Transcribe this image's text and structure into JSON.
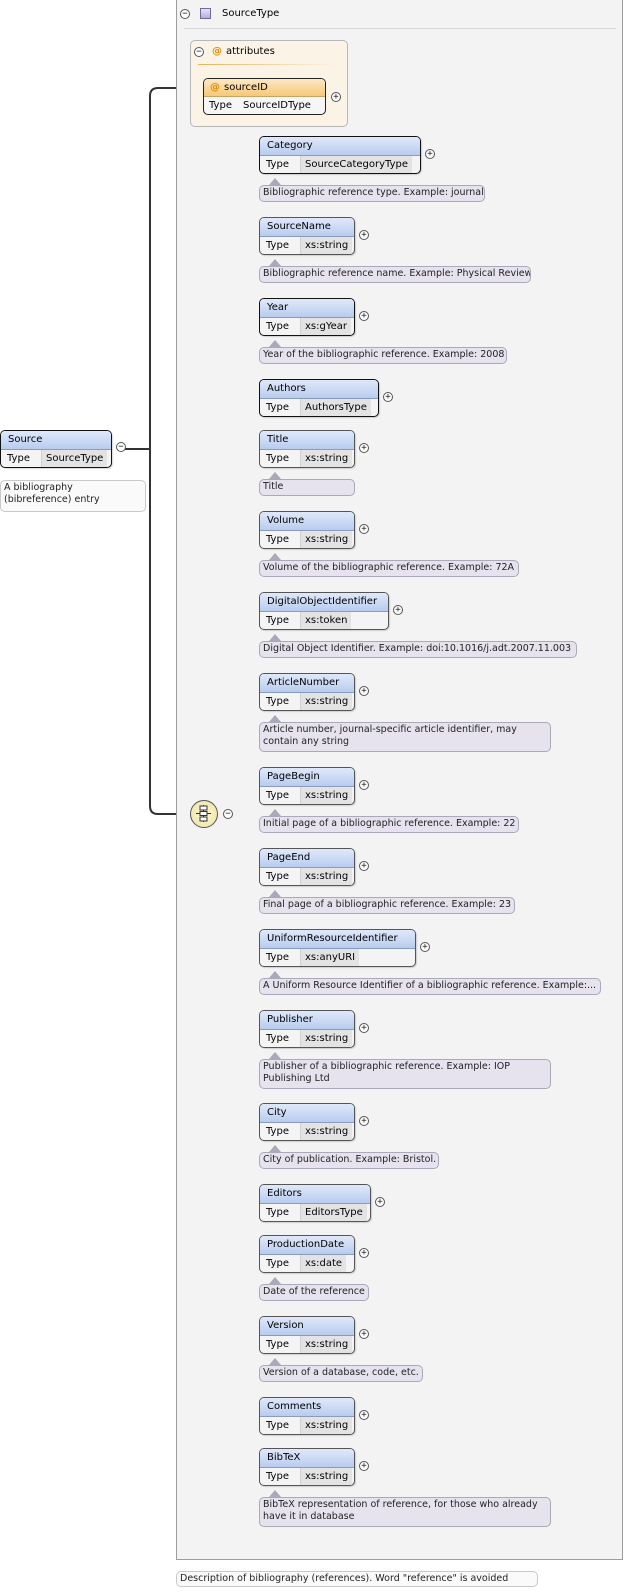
{
  "root": {
    "name": "Source",
    "type_label": "Type",
    "type_value": "SourceType",
    "documentation": "A bibliography (bibreference) entry",
    "collapse_symbol": "−"
  },
  "complex_type": {
    "name": "SourceType",
    "collapse_symbol": "−",
    "documentation": "Description of bibliography (references). Word \"reference\" is avoided"
  },
  "attributes": {
    "title": "attributes",
    "at_symbol": "@",
    "collapse_symbol": "−",
    "items": [
      {
        "name": "sourceID",
        "type_label": "Type",
        "type_value": "SourceIDType",
        "expand_symbol": "+"
      }
    ]
  },
  "sequence": {
    "collapse_symbol": "−",
    "elements": [
      {
        "name": "Category",
        "type_label": "Type",
        "type_value": "SourceCategoryType",
        "required": true,
        "doc": "Bibliographic reference type. Example: journal",
        "expand_symbol": "+"
      },
      {
        "name": "SourceName",
        "type_label": "Type",
        "type_value": "xs:string",
        "required": false,
        "doc": "Bibliographic reference name. Example: Physical Review",
        "expand_symbol": "+"
      },
      {
        "name": "Year",
        "type_label": "Type",
        "type_value": "xs:gYear",
        "required": true,
        "doc": "Year of the bibliographic reference. Example: 2008",
        "expand_symbol": "+"
      },
      {
        "name": "Authors",
        "type_label": "Type",
        "type_value": "AuthorsType",
        "required": true,
        "doc": "",
        "expand_symbol": "+"
      },
      {
        "name": "Title",
        "type_label": "Type",
        "type_value": "xs:string",
        "required": false,
        "doc": "Title",
        "expand_symbol": "+"
      },
      {
        "name": "Volume",
        "type_label": "Type",
        "type_value": "xs:string",
        "required": false,
        "doc": "Volume of the bibliographic reference. Example: 72A",
        "expand_symbol": "+"
      },
      {
        "name": "DigitalObjectIdentifier",
        "type_label": "Type",
        "type_value": "xs:token",
        "required": false,
        "doc": "Digital Object Identifier. Example: doi:10.1016/j.adt.2007.11.003",
        "expand_symbol": "+"
      },
      {
        "name": "ArticleNumber",
        "type_label": "Type",
        "type_value": "xs:string",
        "required": false,
        "doc": "Article number, journal-specific article identifier, may contain any string",
        "expand_symbol": "+"
      },
      {
        "name": "PageBegin",
        "type_label": "Type",
        "type_value": "xs:string",
        "required": false,
        "doc": "Initial page of a bibliographic reference. Example: 22",
        "expand_symbol": "+"
      },
      {
        "name": "PageEnd",
        "type_label": "Type",
        "type_value": "xs:string",
        "required": false,
        "doc": "Final page of a bibliographic reference. Example: 23",
        "expand_symbol": "+"
      },
      {
        "name": "UniformResourceIdentifier",
        "type_label": "Type",
        "type_value": "xs:anyURI",
        "required": false,
        "doc": "A Uniform Resource Identifier of a bibliographic reference. Example:...",
        "expand_symbol": "+"
      },
      {
        "name": "Publisher",
        "type_label": "Type",
        "type_value": "xs:string",
        "required": false,
        "doc": "Publisher of a bibliographic reference. Example: IOP Publishing Ltd",
        "expand_symbol": "+"
      },
      {
        "name": "City",
        "type_label": "Type",
        "type_value": "xs:string",
        "required": false,
        "doc": "City of publication. Example: Bristol.",
        "expand_symbol": "+"
      },
      {
        "name": "Editors",
        "type_label": "Type",
        "type_value": "EditorsType",
        "required": false,
        "doc": "",
        "expand_symbol": "+"
      },
      {
        "name": "ProductionDate",
        "type_label": "Type",
        "type_value": "xs:date",
        "required": false,
        "doc": "Date of the reference",
        "expand_symbol": "+"
      },
      {
        "name": "Version",
        "type_label": "Type",
        "type_value": "xs:string",
        "required": false,
        "doc": "Version of a database, code, etc.",
        "expand_symbol": "+"
      },
      {
        "name": "Comments",
        "type_label": "Type",
        "type_value": "xs:string",
        "required": false,
        "doc": "",
        "expand_symbol": "+"
      },
      {
        "name": "BibTeX",
        "type_label": "Type",
        "type_value": "xs:string",
        "required": false,
        "doc": "BibTeX representation of reference, for those who already have it in database",
        "expand_symbol": "+"
      }
    ]
  }
}
